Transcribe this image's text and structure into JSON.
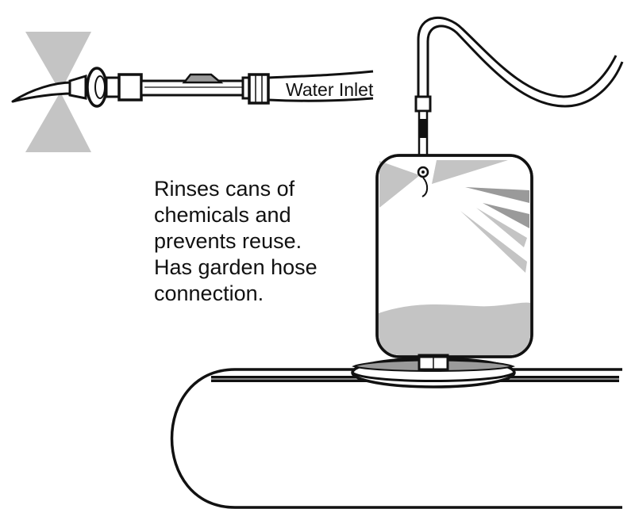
{
  "labels": {
    "water_inlet": "Water Inlet"
  },
  "description": {
    "lines": [
      "Rinses cans of",
      "chemicals and",
      "prevents reuse.",
      "Has garden hose",
      "connection."
    ]
  },
  "colors": {
    "line": "#111111",
    "spray_gray": "#c4c4c4",
    "dark_gray": "#9a9a9a",
    "background": "#ffffff"
  }
}
